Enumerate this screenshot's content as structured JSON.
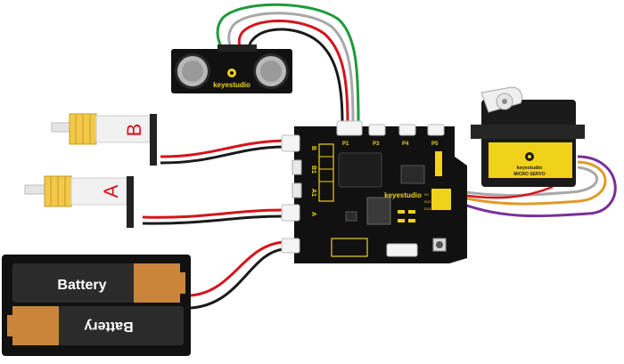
{
  "brand": {
    "main_board": "keyestudio",
    "sensor": "keyestudio",
    "servo": "keyestudio"
  },
  "motors": {
    "a_label": "A",
    "b_label": "B"
  },
  "servo": {
    "label": "MICRO SERVO"
  },
  "battery": {
    "top_label": "Battery",
    "bottom_label": "Battery"
  },
  "board": {
    "port_labels": [
      "P1",
      "P3",
      "P4",
      "P5",
      "B",
      "B1",
      "A1",
      "A"
    ],
    "header_labels": [
      "5V",
      "D12",
      "D13"
    ]
  },
  "colors": {
    "wire_red": "#d4141c",
    "wire_black": "#1a1a1a",
    "wire_green": "#1f9a3d",
    "wire_gray": "#a8a8a8",
    "wire_purple": "#7a2f9c",
    "wire_orange": "#e09a2a",
    "board": "#111111",
    "silkscreen": "#f0d21b",
    "motor_gear": "#f2c94c",
    "battery_orange": "#c9853a"
  }
}
